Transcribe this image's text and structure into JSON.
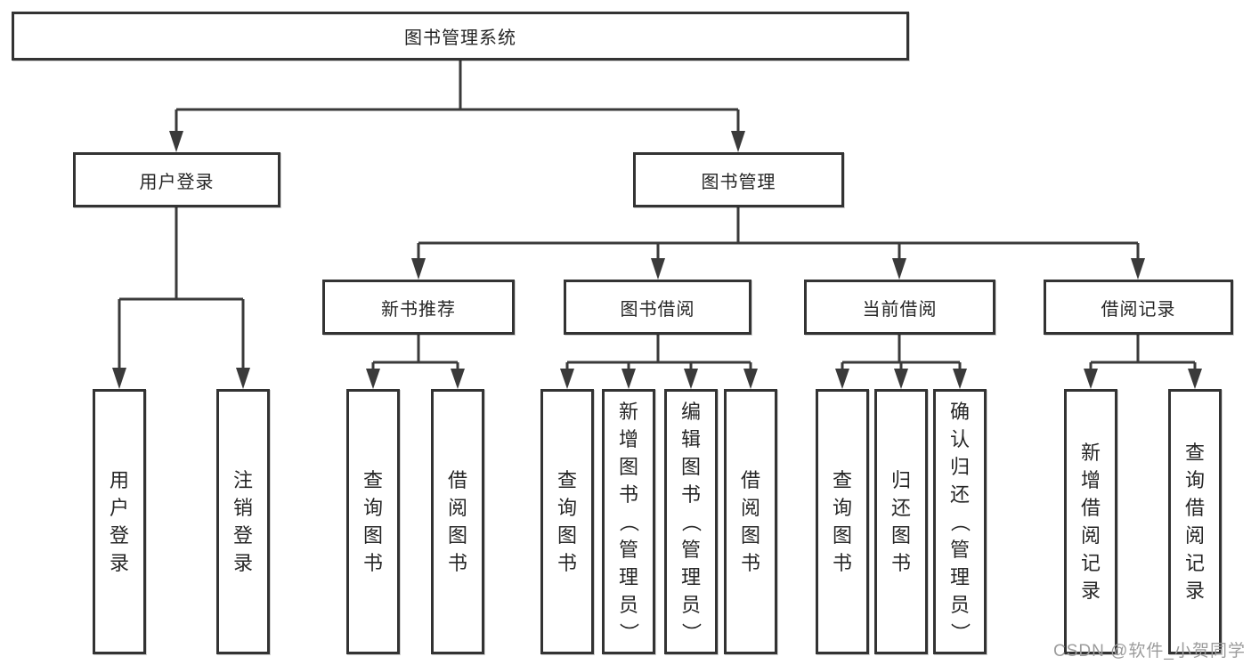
{
  "palette": {
    "line": "#3a3a3a",
    "box_border": "#333333",
    "text": "#262626",
    "watermark": "#9c9c9c",
    "background": "#ffffff"
  },
  "tree": {
    "root": {
      "label": "图书管理系统"
    },
    "branches": [
      {
        "label": "用户登录",
        "children": [
          {
            "label": "用户登录"
          },
          {
            "label": "注销登录"
          }
        ]
      },
      {
        "label": "图书管理",
        "children": [
          {
            "label": "新书推荐",
            "children": [
              {
                "label": "查询图书"
              },
              {
                "label": "借阅图书"
              }
            ]
          },
          {
            "label": "图书借阅",
            "children": [
              {
                "label": "查询图书"
              },
              {
                "label": "新增图书（管理员）"
              },
              {
                "label": "编辑图书（管理员）"
              },
              {
                "label": "借阅图书"
              }
            ]
          },
          {
            "label": "当前借阅",
            "children": [
              {
                "label": "查询图书"
              },
              {
                "label": "归还图书"
              },
              {
                "label": "确认归还（管理员）"
              }
            ]
          },
          {
            "label": "借阅记录",
            "children": [
              {
                "label": "新增借阅记录"
              },
              {
                "label": "查询借阅记录"
              }
            ]
          }
        ]
      }
    ]
  },
  "watermark": {
    "text": "CSDN @软件_小贺同学"
  }
}
